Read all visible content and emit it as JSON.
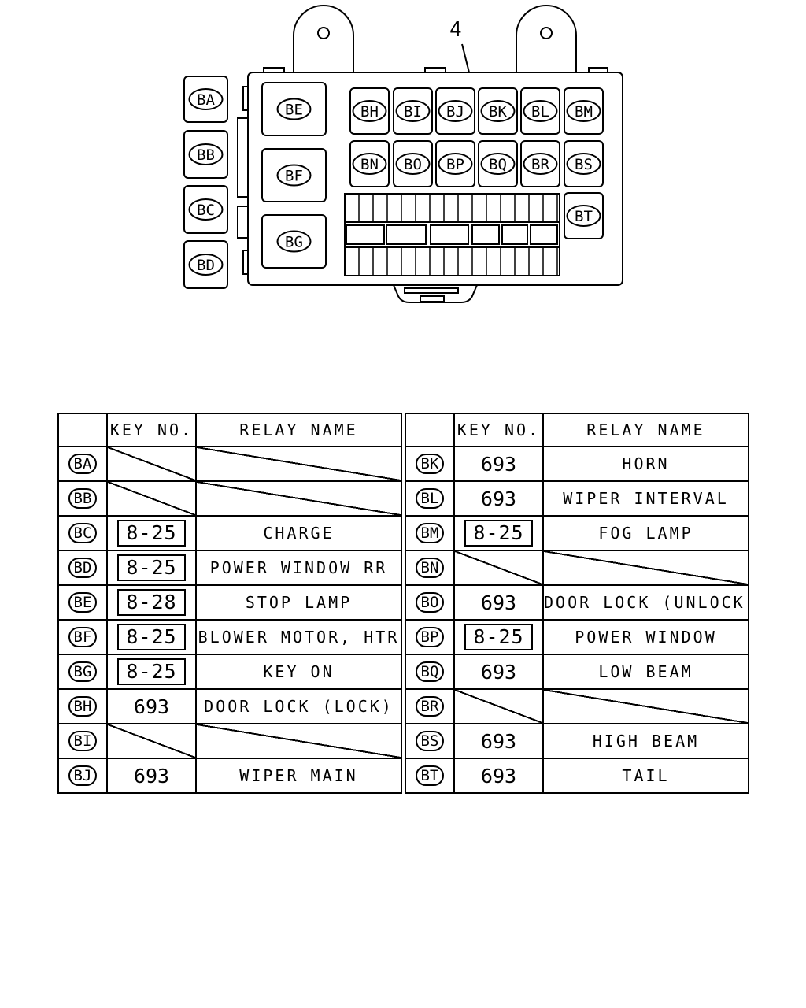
{
  "diagram": {
    "callout": "4",
    "block_labels": [
      "BA",
      "BB",
      "BC",
      "BD",
      "BE",
      "BF",
      "BG",
      "BH",
      "BI",
      "BJ",
      "BK",
      "BL",
      "BM",
      "BN",
      "BO",
      "BP",
      "BQ",
      "BR",
      "BS",
      "BT"
    ]
  },
  "table": {
    "headers": {
      "key": "KEY NO.",
      "relay": "RELAY NAME"
    },
    "left": [
      {
        "code": "BA",
        "key": "",
        "boxed": false,
        "relay": "",
        "empty": true
      },
      {
        "code": "BB",
        "key": "",
        "boxed": false,
        "relay": "",
        "empty": true
      },
      {
        "code": "BC",
        "key": "8-25",
        "boxed": true,
        "relay": "CHARGE",
        "empty": false
      },
      {
        "code": "BD",
        "key": "8-25",
        "boxed": true,
        "relay": "POWER WINDOW RR",
        "empty": false
      },
      {
        "code": "BE",
        "key": "8-28",
        "boxed": true,
        "relay": "STOP LAMP",
        "empty": false
      },
      {
        "code": "BF",
        "key": "8-25",
        "boxed": true,
        "relay": "BLOWER MOTOR, HTR",
        "empty": false
      },
      {
        "code": "BG",
        "key": "8-25",
        "boxed": true,
        "relay": "KEY ON",
        "empty": false
      },
      {
        "code": "BH",
        "key": "693",
        "boxed": false,
        "relay": "DOOR LOCK (LOCK)",
        "empty": false
      },
      {
        "code": "BI",
        "key": "",
        "boxed": false,
        "relay": "",
        "empty": true
      },
      {
        "code": "BJ",
        "key": "693",
        "boxed": false,
        "relay": "WIPER MAIN",
        "empty": false
      }
    ],
    "right": [
      {
        "code": "BK",
        "key": "693",
        "boxed": false,
        "relay": "HORN",
        "empty": false
      },
      {
        "code": "BL",
        "key": "693",
        "boxed": false,
        "relay": "WIPER INTERVAL",
        "empty": false
      },
      {
        "code": "BM",
        "key": "8-25",
        "boxed": true,
        "relay": "FOG LAMP",
        "empty": false
      },
      {
        "code": "BN",
        "key": "",
        "boxed": false,
        "relay": "",
        "empty": true
      },
      {
        "code": "BO",
        "key": "693",
        "boxed": false,
        "relay": "DOOR LOCK (UNLOCK)",
        "empty": false
      },
      {
        "code": "BP",
        "key": "8-25",
        "boxed": true,
        "relay": "POWER WINDOW",
        "empty": false
      },
      {
        "code": "BQ",
        "key": "693",
        "boxed": false,
        "relay": "LOW BEAM",
        "empty": false
      },
      {
        "code": "BR",
        "key": "",
        "boxed": false,
        "relay": "",
        "empty": true
      },
      {
        "code": "BS",
        "key": "693",
        "boxed": false,
        "relay": "HIGH BEAM",
        "empty": false
      },
      {
        "code": "BT",
        "key": "693",
        "boxed": false,
        "relay": "TAIL",
        "empty": false
      }
    ]
  }
}
